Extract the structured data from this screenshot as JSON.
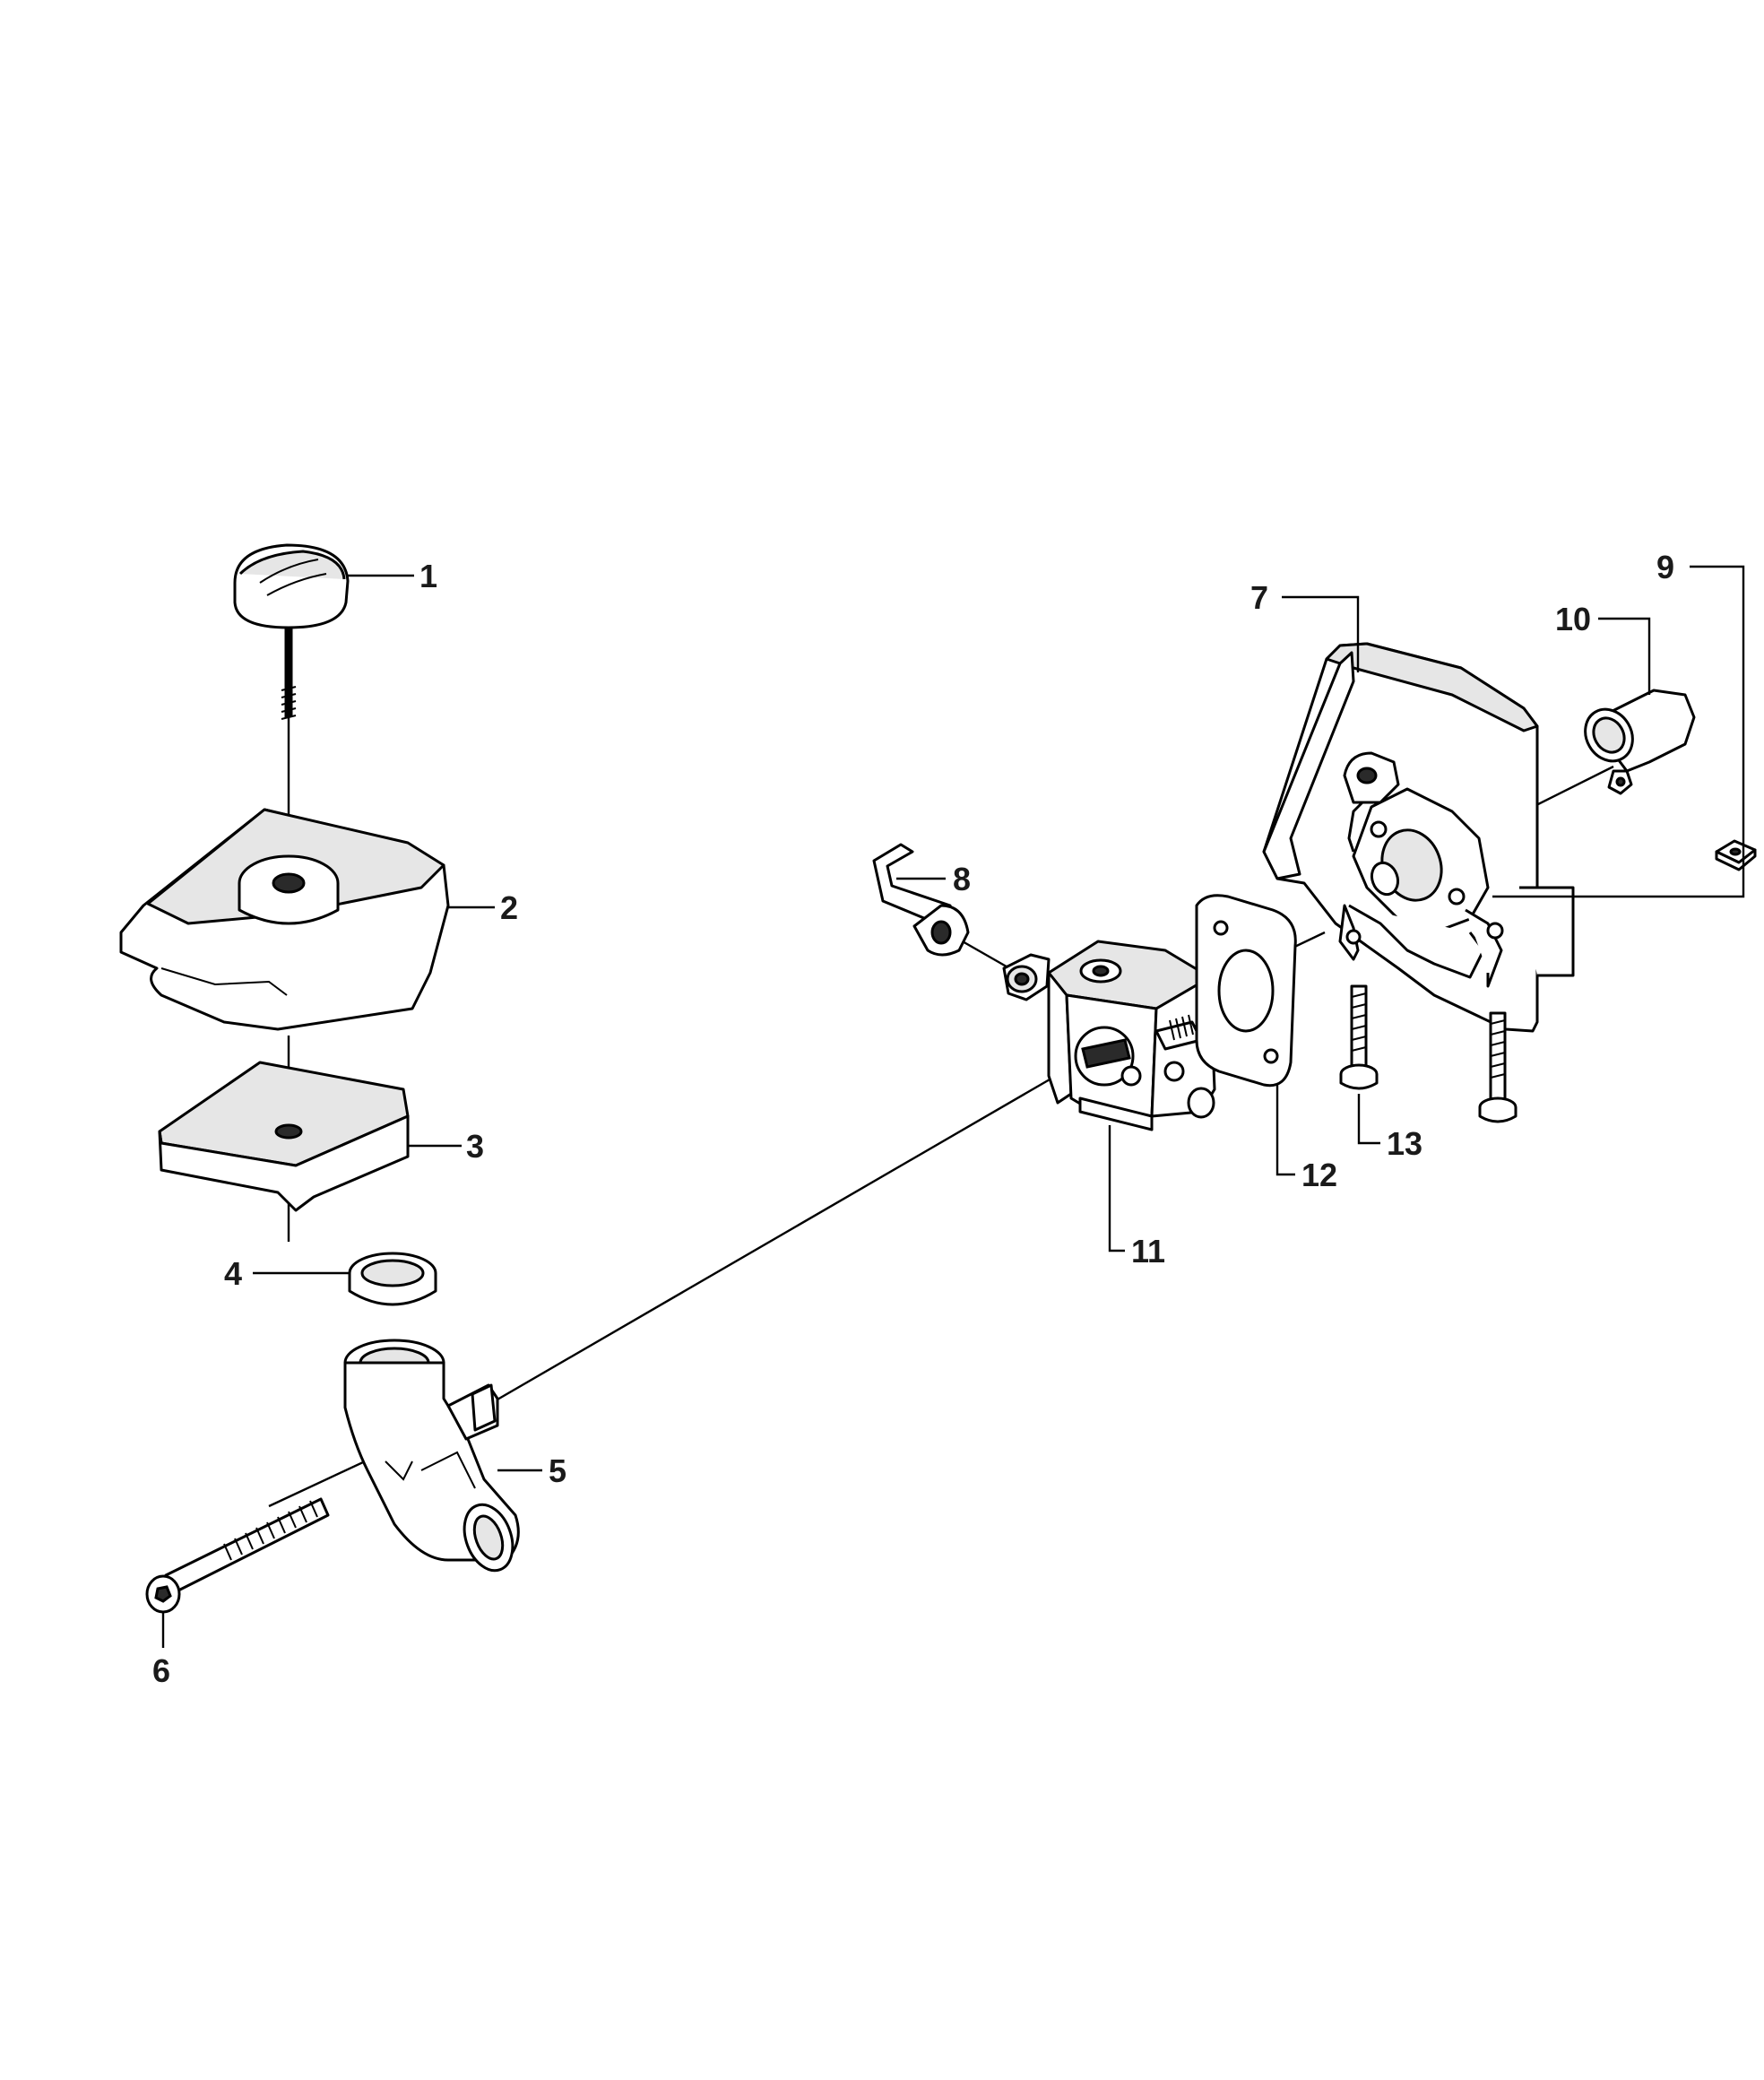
{
  "callouts": [
    {
      "id": "c1",
      "text": "1"
    },
    {
      "id": "c2",
      "text": "2"
    },
    {
      "id": "c3",
      "text": "3"
    },
    {
      "id": "c4",
      "text": "4"
    },
    {
      "id": "c5",
      "text": "5"
    },
    {
      "id": "c6",
      "text": "6"
    },
    {
      "id": "c7",
      "text": "7"
    },
    {
      "id": "c8",
      "text": "8"
    },
    {
      "id": "c9",
      "text": "9"
    },
    {
      "id": "c10",
      "text": "10"
    },
    {
      "id": "c11",
      "text": "11"
    },
    {
      "id": "c12",
      "text": "12"
    },
    {
      "id": "c13",
      "text": "13"
    }
  ],
  "colors": {
    "line": "#000000",
    "part_fill": "#ffffff",
    "shade": "#e6e6e6",
    "label": "#1a1a1a"
  }
}
